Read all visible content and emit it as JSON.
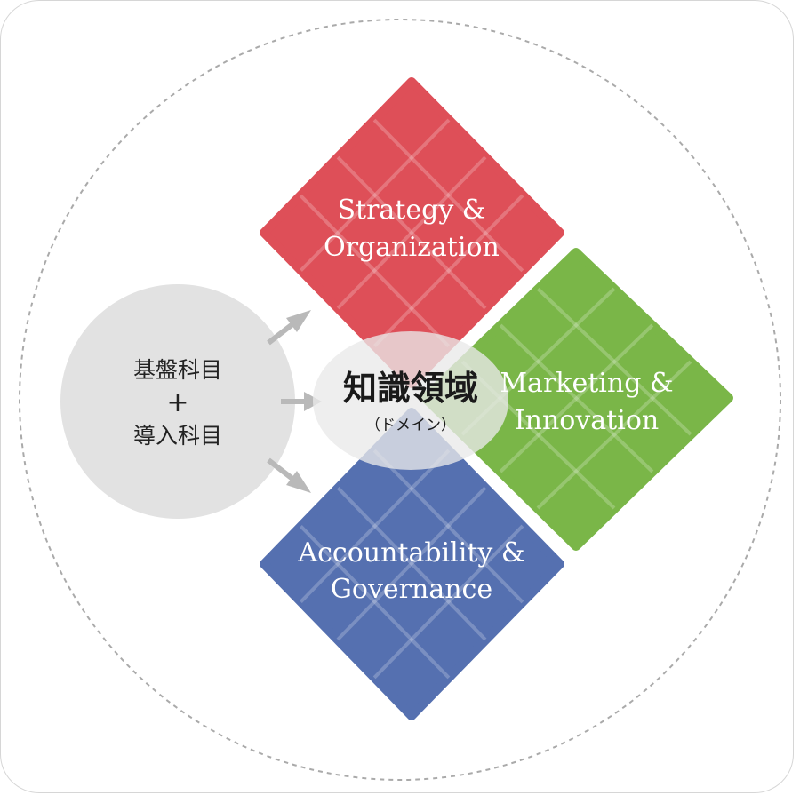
{
  "diagram": {
    "domains": [
      {
        "id": "strategy",
        "line1": "Strategy &",
        "line2": "Organization",
        "color": "#de4f58"
      },
      {
        "id": "marketing",
        "line1": "Marketing &",
        "line2": "Innovation",
        "color": "#7ab648"
      },
      {
        "id": "accountability",
        "line1": "Accountability &",
        "line2": "Governance",
        "color": "#5570b0"
      }
    ],
    "core": {
      "title": "知識領域",
      "subtitle": "（ドメイン）"
    },
    "foundation": {
      "line1": "基盤科目",
      "plus": "+",
      "line2": "導入科目"
    },
    "colors": {
      "outer_dash": "#aaaaaa",
      "foundation_circle": "#e2e2e2",
      "arrow": "#b9b9b9",
      "core_ellipse": "#e9e9e9"
    }
  }
}
